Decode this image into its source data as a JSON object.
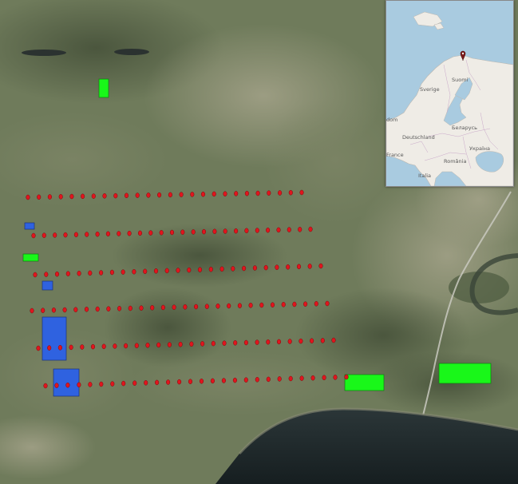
{
  "map": {
    "colors": {
      "terrain": "#6e7a5a",
      "water": "#1f2a2d",
      "sample_point": "#e0151e",
      "green_plot": "#19f719",
      "blue_plot": "#2f62e0",
      "inset_sea": "#a9cbe0",
      "inset_land": "#efece6",
      "location_marker": "#7a1a1a"
    },
    "transects_point_counts": [
      26,
      27,
      27,
      28,
      28,
      28
    ]
  },
  "inset": {
    "labels": {
      "sweden": "Sverige",
      "finland": "Suomi",
      "germany": "Deutschland",
      "belarus": "Беларусь",
      "ukraine": "Україна",
      "romania": "România",
      "italy": "Italia",
      "france": "France",
      "left_edge": "dom"
    },
    "marker_icon": "map-pin-icon"
  }
}
